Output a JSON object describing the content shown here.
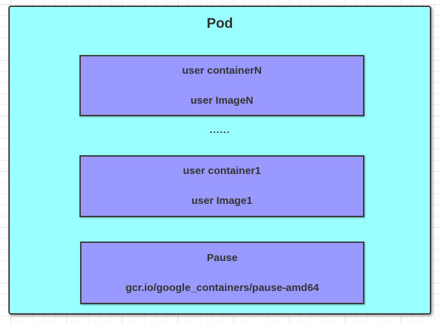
{
  "diagram": {
    "title": "Pod",
    "ellipsis": "......",
    "containers": [
      {
        "name": "user containerN",
        "image": "user ImageN"
      },
      {
        "name": "user container1",
        "image": "user Image1"
      },
      {
        "name": "Pause",
        "image": "gcr.io/google_containers/pause-amd64"
      }
    ],
    "colors": {
      "canvas": "#FFFFFF",
      "grid_line": "#F0F0F0",
      "grid_major": "#E4E4E4",
      "pod_fill": "#99FFFF",
      "container_fill": "#9999FF",
      "stroke": "#3C3C3C",
      "text": "#333333"
    }
  }
}
